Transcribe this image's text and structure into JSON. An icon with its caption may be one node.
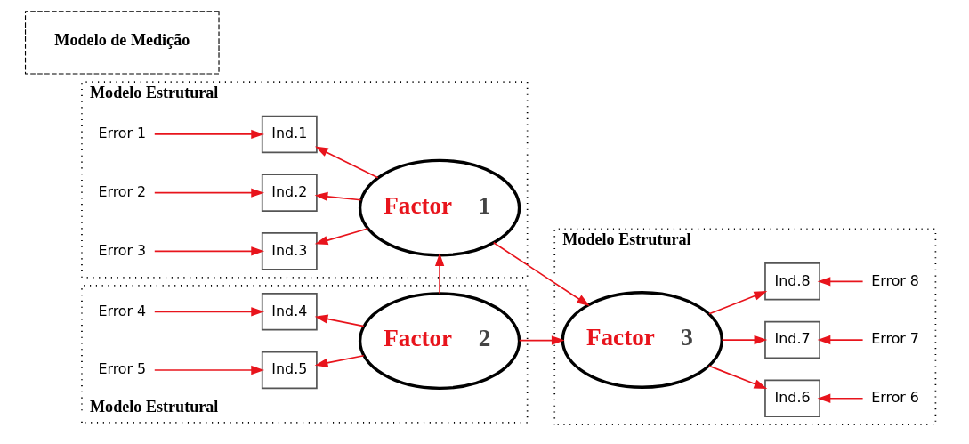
{
  "diagram": {
    "nodes": [
      {
        "text": [
          "Modelo Estrutural"
        ]
      },
      {
        "text": [
          "Error 1"
        ],
        "in": 0
      },
      {
        "text": [
          "Ind.1"
        ],
        "in": 0
      },
      {
        "text": [
          "Error 2"
        ],
        "in": 0
      },
      {
        "text": [
          "Ind.2"
        ],
        "in": 0
      },
      {
        "text": [
          "Error 3"
        ],
        "in": 0
      },
      {
        "text": [
          "Ind.3"
        ],
        "in": 0
      },
      {
        "text": [
          "Factor 1"
        ],
        "in": 0
      },
      {
        "text": [
          "Modelo de Medição"
        ]
      },
      {
        "text": [
          "Modelo Estrutural"
        ]
      },
      {
        "text": [
          "Factor 3"
        ],
        "in": 9
      },
      {
        "text": [
          "Ind.6"
        ],
        "in": 9
      },
      {
        "text": [
          "Error 6"
        ],
        "in": 9
      },
      {
        "text": [
          "Ind.7"
        ],
        "in": 9
      },
      {
        "text": [
          "Error 7"
        ],
        "in": 9
      },
      {
        "text": [
          "Ind.8"
        ],
        "in": 9
      },
      {
        "text": [
          "Error 8"
        ],
        "in": 9
      },
      {
        "text": [
          "Modelo Estrutural"
        ]
      },
      {
        "text": [
          "Error 4"
        ],
        "in": 17
      },
      {
        "text": [
          "Ind.4"
        ],
        "in": 17
      },
      {
        "text": [
          "Error 5"
        ],
        "in": 17
      },
      {
        "text": [
          "Ind.5"
        ],
        "in": 17
      },
      {
        "text": [
          "Factor 2"
        ],
        "in": 17
      }
    ],
    "edges": [
      {
        "from": 1,
        "to": 2,
        "arrow": "to"
      },
      {
        "from": 3,
        "to": 4,
        "arrow": "to"
      },
      {
        "from": 5,
        "to": 6,
        "arrow": "to"
      },
      {
        "from": 7,
        "to": 2,
        "arrow": "to"
      },
      {
        "from": 7,
        "to": 4,
        "arrow": "to"
      },
      {
        "from": 7,
        "to": 6,
        "arrow": "to"
      },
      {
        "from": 22,
        "to": 7,
        "arrow": "to"
      },
      {
        "from": 7,
        "to": 10,
        "arrow": "to"
      },
      {
        "from": 22,
        "to": 10,
        "arrow": "to"
      },
      {
        "from": 22,
        "to": 19,
        "arrow": "to"
      },
      {
        "from": 22,
        "to": 21,
        "arrow": "to"
      },
      {
        "from": 18,
        "to": 19,
        "arrow": "to"
      },
      {
        "from": 20,
        "to": 21,
        "arrow": "to"
      },
      {
        "from": 10,
        "to": 11,
        "arrow": "to"
      },
      {
        "from": 10,
        "to": 13,
        "arrow": "to"
      },
      {
        "from": 10,
        "to": 15,
        "arrow": "to"
      },
      {
        "from": 12,
        "to": 11,
        "arrow": "to"
      },
      {
        "from": 14,
        "to": 13,
        "arrow": "to"
      },
      {
        "from": 16,
        "to": 15,
        "arrow": "to"
      }
    ]
  }
}
